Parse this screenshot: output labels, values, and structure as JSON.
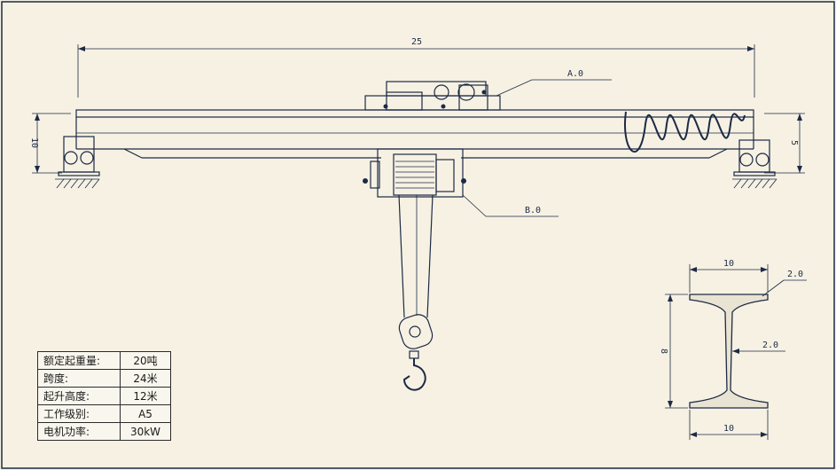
{
  "dimensions": {
    "overall_length": "25",
    "left_height": "10",
    "right_height": "5",
    "callout_a": "A.0",
    "callout_b": "B.0"
  },
  "section": {
    "top_width": "10",
    "bottom_width": "10",
    "height": "8",
    "flange_thickness": "2.0",
    "web_thickness": "2.0"
  },
  "specs": [
    {
      "label": "额定起重量:",
      "value": "20吨"
    },
    {
      "label": "跨度:",
      "value": "24米"
    },
    {
      "label": "起升高度:",
      "value": "12米"
    },
    {
      "label": "工作级别:",
      "value": "A5"
    },
    {
      "label": "电机功率:",
      "value": "30kW"
    }
  ],
  "colors": {
    "background": "#f6f1e3",
    "line": "#1d2a45"
  }
}
